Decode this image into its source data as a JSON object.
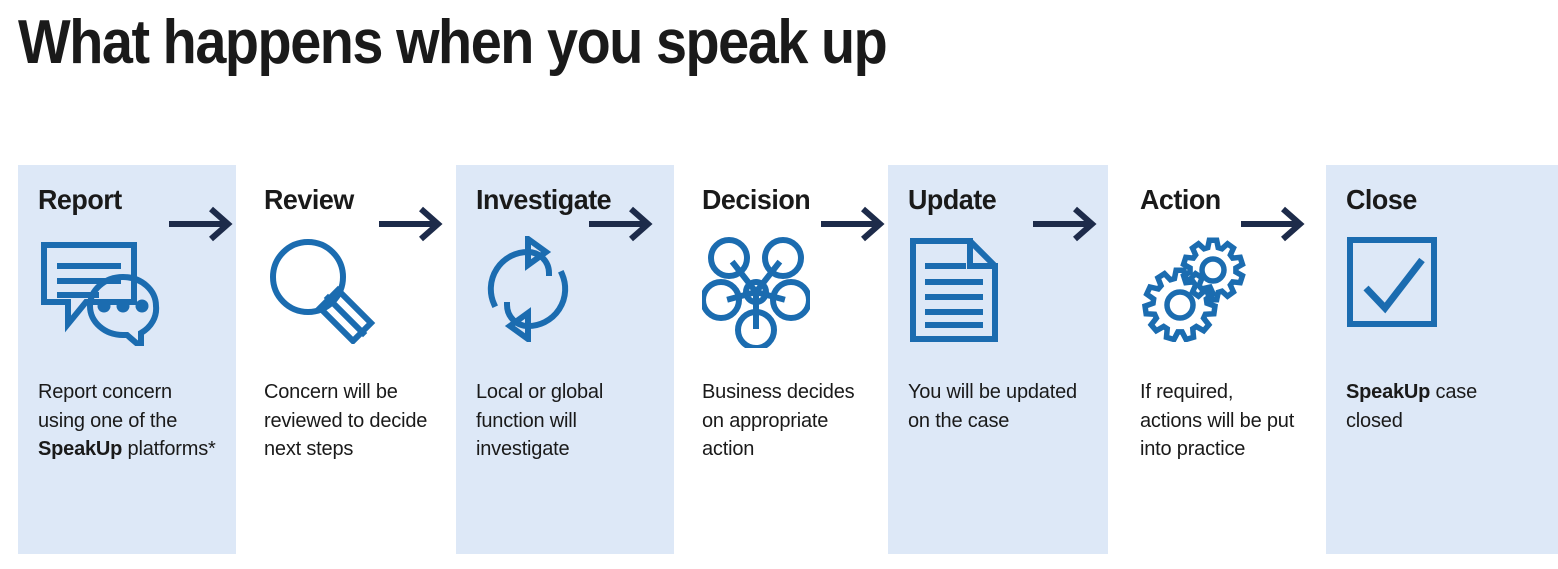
{
  "page": {
    "title": "What happens when you speak up",
    "background": "#ffffff"
  },
  "theme": {
    "panel_tint": "#dde8f7",
    "icon_blue": "#1b6cb0",
    "arrow_navy": "#1d2b4a",
    "text_color": "#1a1a1a"
  },
  "flow": {
    "arrow_label": "arrow-right",
    "steps": [
      {
        "id": "report",
        "heading": "Report",
        "icon": "speech-bubbles-icon",
        "tinted": true,
        "desc_before": "Report concern using one of the ",
        "desc_bold": "SpeakUp",
        "desc_after": " platforms*",
        "arrow_after": true
      },
      {
        "id": "review",
        "heading": "Review",
        "icon": "magnifying-glass-icon",
        "tinted": false,
        "desc_before": "Concern will be reviewed to decide next steps",
        "desc_bold": "",
        "desc_after": "",
        "arrow_after": true
      },
      {
        "id": "investigate",
        "heading": "Investigate",
        "icon": "refresh-cycle-icon",
        "tinted": true,
        "desc_before": "Local or global function will investigate",
        "desc_bold": "",
        "desc_after": "",
        "arrow_after": true
      },
      {
        "id": "decision",
        "heading": "Decision",
        "icon": "network-nodes-icon",
        "tinted": false,
        "desc_before": "Business decides on appropriate action",
        "desc_bold": "",
        "desc_after": "",
        "arrow_after": true
      },
      {
        "id": "update",
        "heading": "Update",
        "icon": "document-lines-icon",
        "tinted": true,
        "desc_before": "You will be updated on the case",
        "desc_bold": "",
        "desc_after": "",
        "arrow_after": true
      },
      {
        "id": "action",
        "heading": "Action",
        "icon": "gears-icon",
        "tinted": false,
        "desc_before": "If required, actions will be put into practice",
        "desc_bold": "",
        "desc_after": "",
        "arrow_after": true
      },
      {
        "id": "close",
        "heading": "Close",
        "icon": "checkbox-check-icon",
        "tinted": true,
        "desc_before": "",
        "desc_bold": "SpeakUp",
        "desc_after": " case closed",
        "arrow_after": false
      }
    ]
  }
}
